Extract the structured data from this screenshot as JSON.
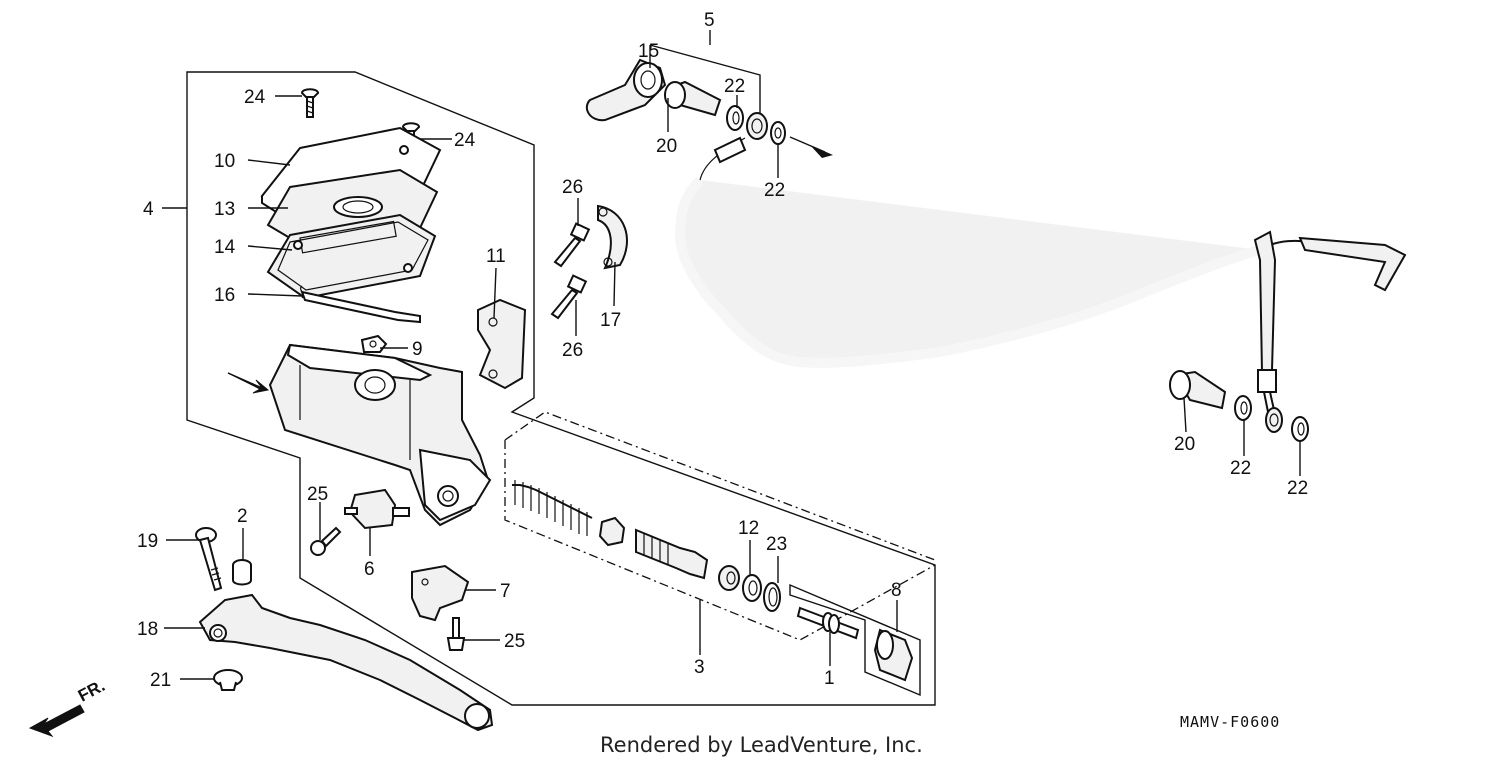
{
  "callouts": [
    {
      "id": "c1",
      "text": "1"
    },
    {
      "id": "c2",
      "text": "2"
    },
    {
      "id": "c3",
      "text": "3"
    },
    {
      "id": "c4",
      "text": "4"
    },
    {
      "id": "c5",
      "text": "5"
    },
    {
      "id": "c6",
      "text": "6"
    },
    {
      "id": "c7",
      "text": "7"
    },
    {
      "id": "c8",
      "text": "8"
    },
    {
      "id": "c9",
      "text": "9"
    },
    {
      "id": "c10",
      "text": "10"
    },
    {
      "id": "c11",
      "text": "11"
    },
    {
      "id": "c12",
      "text": "12"
    },
    {
      "id": "c13",
      "text": "13"
    },
    {
      "id": "c14",
      "text": "14"
    },
    {
      "id": "c15",
      "text": "15"
    },
    {
      "id": "c16",
      "text": "16"
    },
    {
      "id": "c17",
      "text": "17"
    },
    {
      "id": "c18",
      "text": "18"
    },
    {
      "id": "c19",
      "text": "19"
    },
    {
      "id": "c20a",
      "text": "20"
    },
    {
      "id": "c20b",
      "text": "20"
    },
    {
      "id": "c21",
      "text": "21"
    },
    {
      "id": "c22a",
      "text": "22"
    },
    {
      "id": "c22b",
      "text": "22"
    },
    {
      "id": "c22c",
      "text": "22"
    },
    {
      "id": "c22d",
      "text": "22"
    },
    {
      "id": "c23",
      "text": "23"
    },
    {
      "id": "c24a",
      "text": "24"
    },
    {
      "id": "c24b",
      "text": "24"
    },
    {
      "id": "c25a",
      "text": "25"
    },
    {
      "id": "c25b",
      "text": "25"
    },
    {
      "id": "c26a",
      "text": "26"
    },
    {
      "id": "c26b",
      "text": "26"
    }
  ],
  "diagram_code": "MAMV-F0600",
  "credit": "Rendered by LeadVenture, Inc.",
  "direction_label": "FR."
}
